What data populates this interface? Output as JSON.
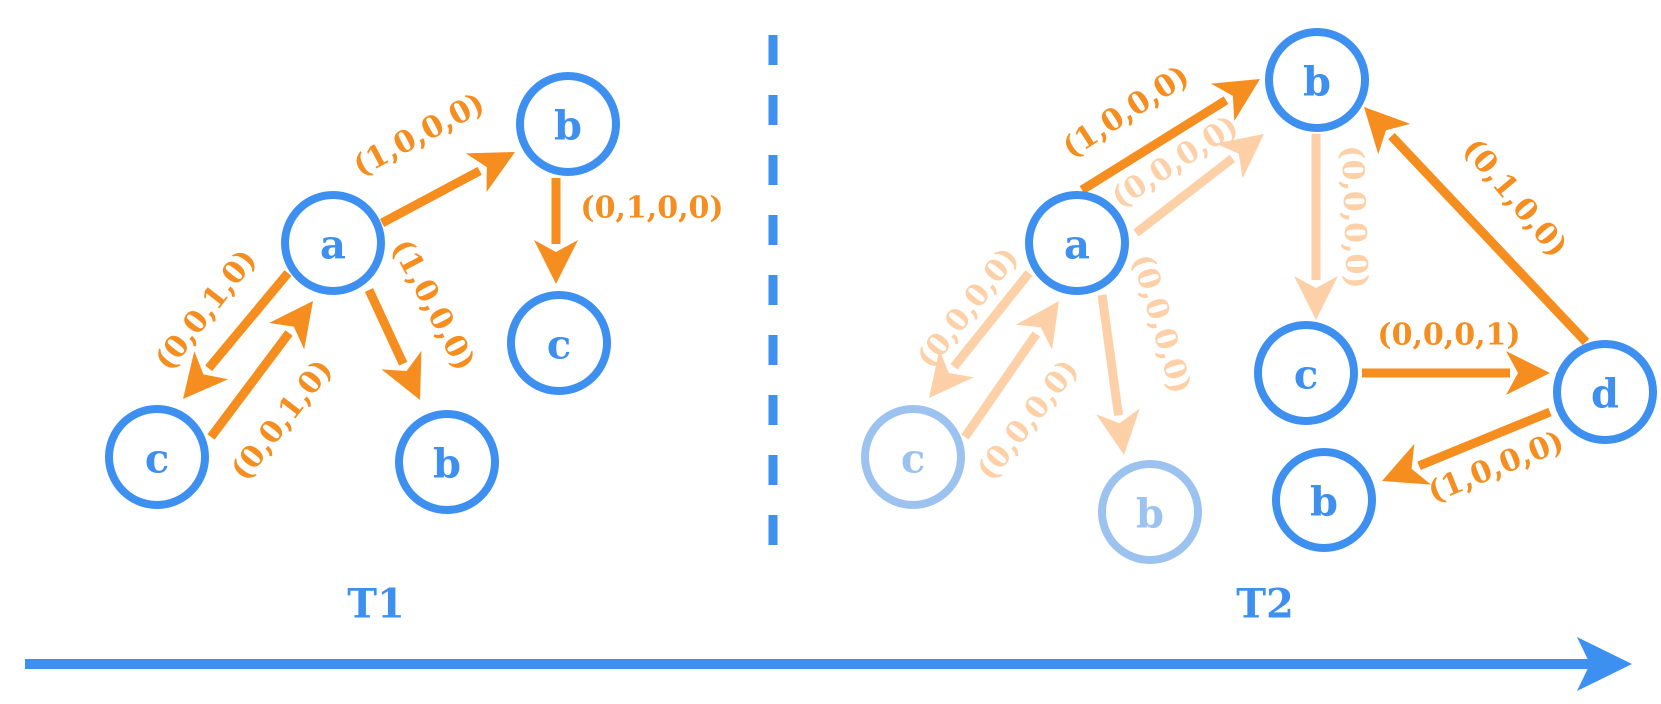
{
  "colors": {
    "node": "#3d8ff0",
    "node_faded": "#9cc3f0",
    "edge": "#f58e1e",
    "edge_faded": "#fdd0a8",
    "timeline": "#3d8ff0"
  },
  "snapshots": [
    {
      "label": "T1",
      "nodes": [
        {
          "id": "t1a",
          "label": "a",
          "faded": false
        },
        {
          "id": "t1b1",
          "label": "b",
          "faded": false
        },
        {
          "id": "t1c1",
          "label": "c",
          "faded": false
        },
        {
          "id": "t1c2",
          "label": "c",
          "faded": false
        },
        {
          "id": "t1b2",
          "label": "b",
          "faded": false
        }
      ],
      "edges": [
        {
          "from": "t1a",
          "to": "t1b1",
          "label": "(1,0,0,0)",
          "faded": false
        },
        {
          "from": "t1b1",
          "to": "t1c1",
          "label": "(0,1,0,0)",
          "faded": false
        },
        {
          "from": "t1a",
          "to": "t1c2",
          "label": "(0,0,1,0)",
          "faded": false
        },
        {
          "from": "t1c2",
          "to": "t1a",
          "label": "(0,0,1,0)",
          "faded": false
        },
        {
          "from": "t1a",
          "to": "t1b2",
          "label": "(1,0,0,0)",
          "faded": false
        }
      ]
    },
    {
      "label": "T2",
      "nodes": [
        {
          "id": "t2a",
          "label": "a",
          "faded": false
        },
        {
          "id": "t2b1",
          "label": "b",
          "faded": false
        },
        {
          "id": "t2c1",
          "label": "c",
          "faded": false
        },
        {
          "id": "t2d",
          "label": "d",
          "faded": false
        },
        {
          "id": "t2b3",
          "label": "b",
          "faded": false
        },
        {
          "id": "t2c2",
          "label": "c",
          "faded": true
        },
        {
          "id": "t2b2",
          "label": "b",
          "faded": true
        }
      ],
      "edges": [
        {
          "from": "t2a",
          "to": "t2b1",
          "label": "(1,0,0,0)",
          "faded": false
        },
        {
          "from": "t2a",
          "to": "t2b1",
          "label": "(0,0,0,0)",
          "faded": true
        },
        {
          "from": "t2b1",
          "to": "t2c1",
          "label": "(0,0,0,0)",
          "faded": true
        },
        {
          "from": "t2c1",
          "to": "t2d",
          "label": "(0,0,0,1)",
          "faded": false
        },
        {
          "from": "t2d",
          "to": "t2b1",
          "label": "(0,1,0,0)",
          "faded": false
        },
        {
          "from": "t2d",
          "to": "t2b3",
          "label": "(1,0,0,0)",
          "faded": false
        },
        {
          "from": "t2a",
          "to": "t2c2",
          "label": "(0,0,0,0)",
          "faded": true
        },
        {
          "from": "t2c2",
          "to": "t2a",
          "label": "(0,0,0,0)",
          "faded": true
        },
        {
          "from": "t2a",
          "to": "t2b2",
          "label": "(0,0,0,0)",
          "faded": true
        }
      ]
    }
  ]
}
